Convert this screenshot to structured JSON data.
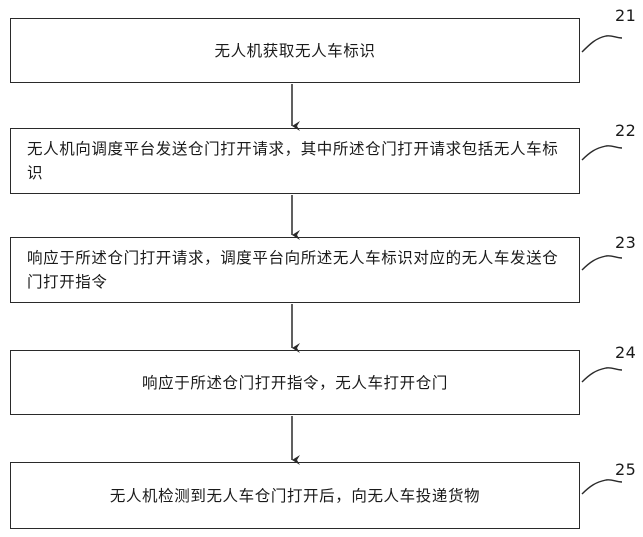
{
  "steps": [
    {
      "number": "21",
      "text": "无人机获取无人车标识"
    },
    {
      "number": "22",
      "text": "无人机向调度平台发送仓门打开请求，其中所述仓门打开请求包括无人车标识"
    },
    {
      "number": "23",
      "text": "响应于所述仓门打开请求，调度平台向所述无人车标识对应的无人车发送仓门打开指令"
    },
    {
      "number": "24",
      "text": "响应于所述仓门打开指令，无人车打开仓门"
    },
    {
      "number": "25",
      "text": "无人机检测到无人车仓门打开后，向无人车投递货物"
    }
  ]
}
